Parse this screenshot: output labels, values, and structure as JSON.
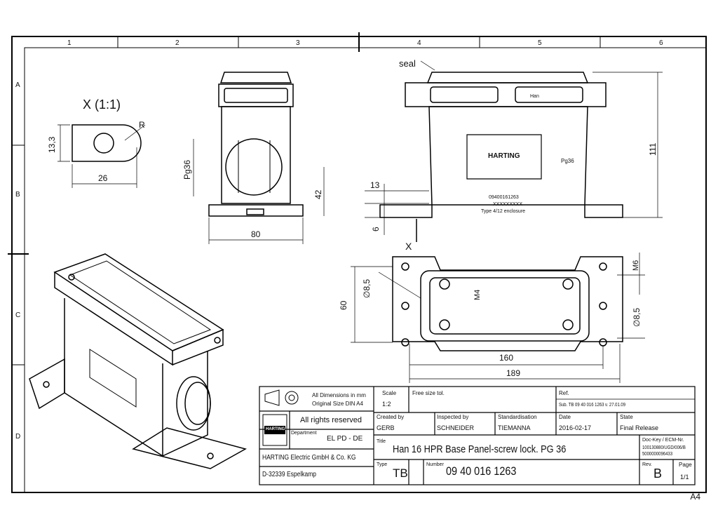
{
  "frame": {
    "columns": [
      "1",
      "2",
      "3",
      "4",
      "5",
      "6"
    ],
    "rows": [
      "A",
      "B",
      "C",
      "D"
    ],
    "sheet_size": "A4"
  },
  "views": {
    "detail_title": "X (1:1)",
    "detail_dims": {
      "height": "13,3",
      "width": "26",
      "radius": "R"
    },
    "side_dims": {
      "pg": "Pg36",
      "h": "42",
      "w": "80"
    },
    "front_dims": {
      "seal": "seal",
      "d13": "13",
      "d6": "6",
      "h111": "111",
      "view_mark": "X"
    },
    "front_labels": {
      "logo": "HARTING",
      "pg": "Pg36",
      "code1": "09400161263",
      "code2": "XXXXXXXXX",
      "type": "Type 4/12 enclosure",
      "han": "Han"
    },
    "top_dims": {
      "d85a": "∅8,5",
      "d60": "60",
      "m4": "M4",
      "m6": "M6",
      "d85b": "∅8,5",
      "d160": "160",
      "d189": "189"
    }
  },
  "titleblock": {
    "dims_note_1": "All Dimensions in mm",
    "dims_note_2": "Original Size DIN A4",
    "scale_label": "Scale",
    "scale_value": "1:2",
    "tol_label": "Free size tol.",
    "ref_label": "Ref.",
    "sub_value": "Sub. TB 09 40 016 1263 v. 27.01.09",
    "rights": "All rights reserved",
    "company_logo": "HARTING",
    "created_label": "Created by",
    "created_value": "GERB",
    "inspected_label": "Inspected by",
    "inspected_value": "SCHNEIDER",
    "std_label": "Standardisation",
    "std_value": "TIEMANNA",
    "date_label": "Date",
    "date_value": "2016-02-17",
    "state_label": "State",
    "state_value": "Final Release",
    "dept_label": "Department",
    "dept_value": "EL PD - DE",
    "title_label": "Title",
    "title_value": "Han 16 HPR Base Panel-screw lock. PG 36",
    "dockey_label": "Doc-Key / ECM-Nr.",
    "dockey_value_1": "100130880/UGD/006/B",
    "dockey_value_2": "5000000096433",
    "company_1": "HARTING Electric GmbH & Co. KG",
    "company_2": "D-32339 Espelkamp",
    "type_label": "Type",
    "type_value": "TB",
    "number_label": "Number",
    "number_value": "09 40 016 1263",
    "rev_label": "Rev.",
    "rev_value": "B",
    "page_label": "Page",
    "page_value": "1/1"
  }
}
